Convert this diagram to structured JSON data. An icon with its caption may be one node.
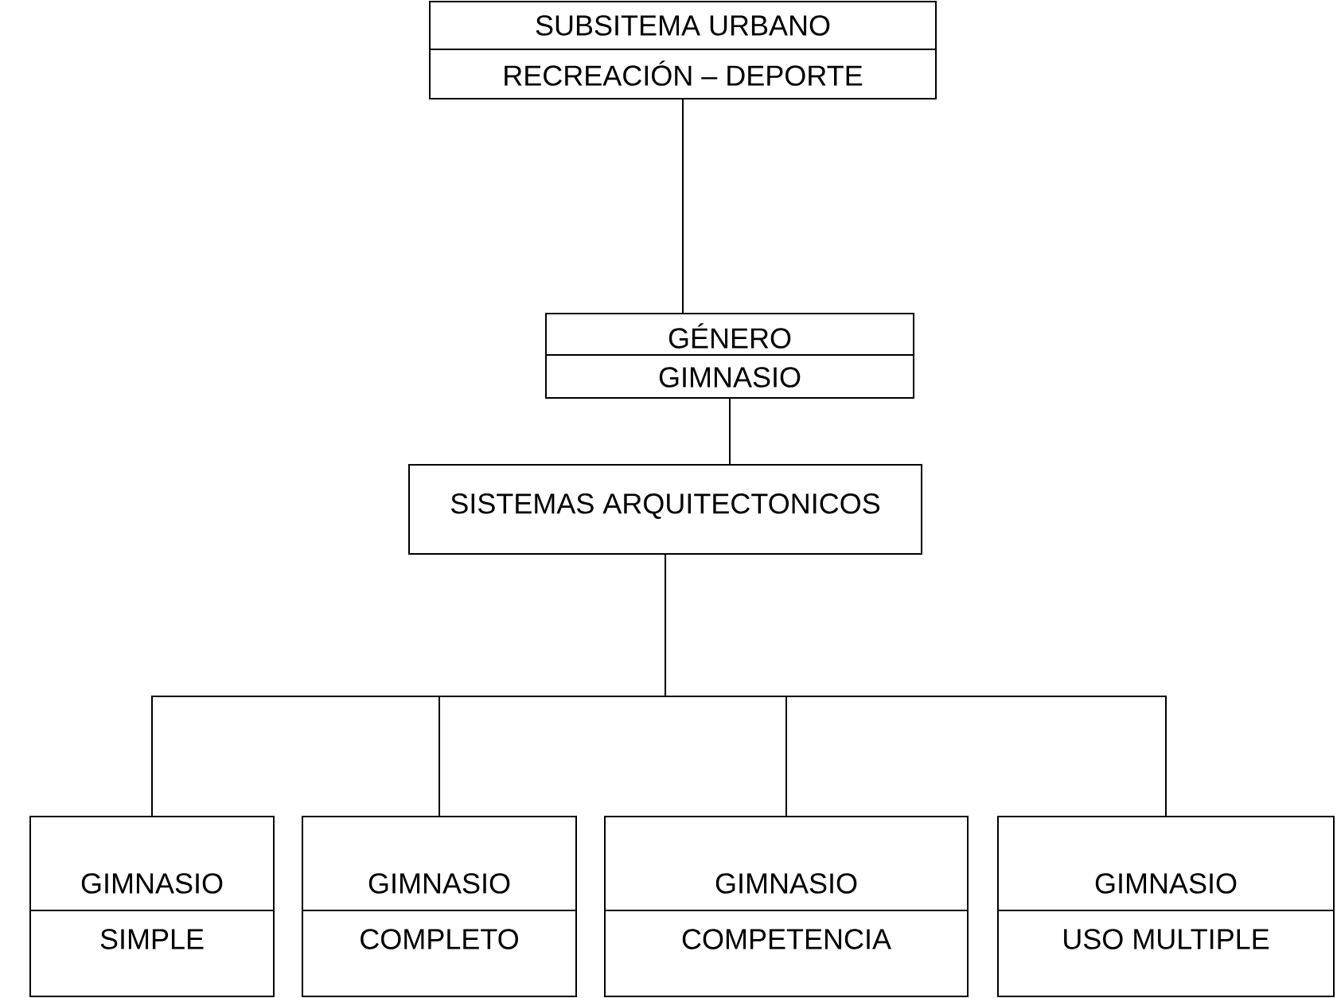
{
  "diagram": {
    "nodes": [
      {
        "text": [
          "SUBSITEMA URBANO",
          "RECREACIÓN – DEPORTE"
        ]
      },
      {
        "text": [
          "GÉNERO",
          "GIMNASIO"
        ]
      },
      {
        "text": [
          "SISTEMAS ARQUITECTONICOS"
        ]
      },
      {
        "text": [
          "GIMNASIO",
          "SIMPLE"
        ]
      },
      {
        "text": [
          "GIMNASIO",
          "COMPLETO"
        ]
      },
      {
        "text": [
          "GIMNASIO",
          "COMPETENCIA"
        ]
      },
      {
        "text": [
          "GIMNASIO",
          "USO MULTIPLE"
        ]
      }
    ],
    "edges": [
      {
        "from": 0,
        "to": 1,
        "arrow": "none"
      },
      {
        "from": 1,
        "to": 2,
        "arrow": "none"
      },
      {
        "from": 2,
        "to": 3,
        "arrow": "none"
      },
      {
        "from": 2,
        "to": 4,
        "arrow": "none"
      },
      {
        "from": 2,
        "to": 5,
        "arrow": "none"
      },
      {
        "from": 2,
        "to": 6,
        "arrow": "none"
      }
    ]
  }
}
